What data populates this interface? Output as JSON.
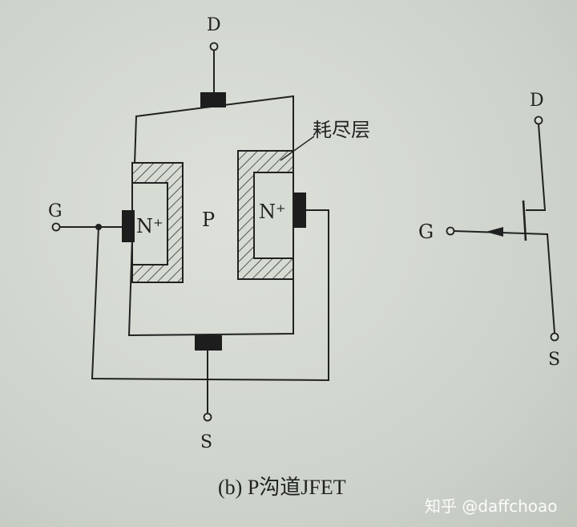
{
  "structure": {
    "terminals": {
      "drain": "D",
      "gate": "G",
      "source": "S"
    },
    "regions": {
      "left_gate": "N⁺",
      "right_gate": "N⁺",
      "channel": "P"
    },
    "depletion_label": "耗尽层"
  },
  "symbol": {
    "terminals": {
      "drain": "D",
      "gate": "G",
      "source": "S"
    }
  },
  "caption": "(b) P沟道JFET",
  "watermark": "知乎 @daffchoao",
  "colors": {
    "ink": "#1f2220",
    "paper": "#d2d7cf"
  }
}
